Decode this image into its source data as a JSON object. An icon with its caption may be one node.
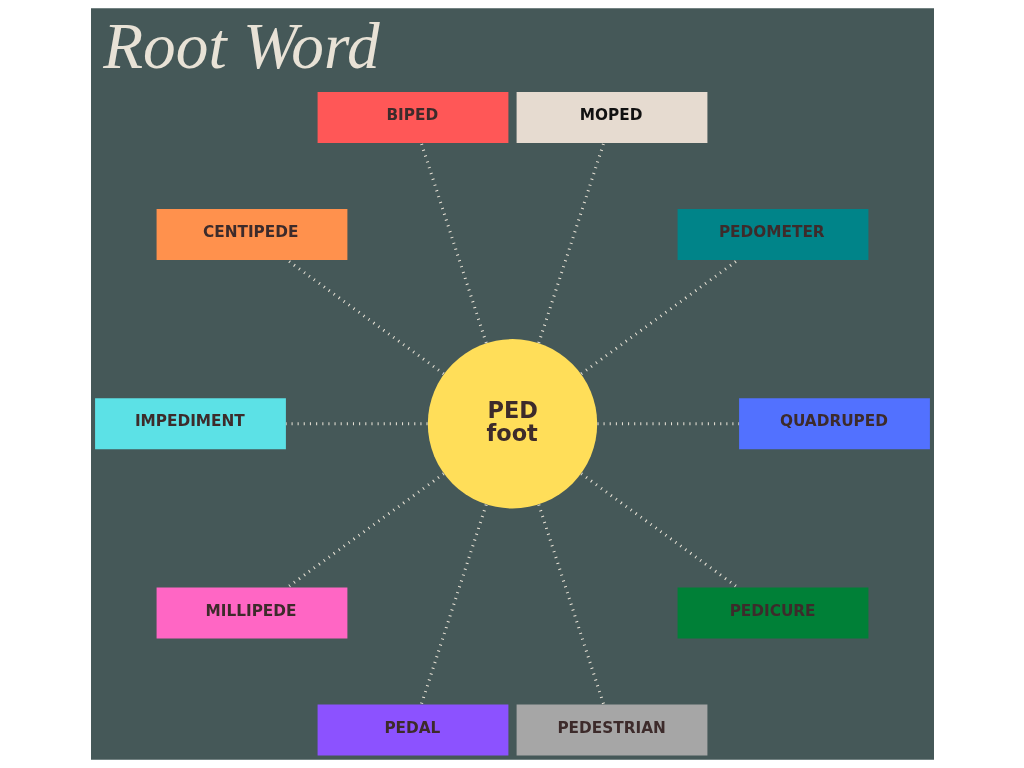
{
  "diagram": {
    "title": "Root Word",
    "nodes": [
      {
        "text": [
          "BIPED"
        ]
      },
      {
        "text": [
          "MOPED"
        ]
      },
      {
        "text": [
          "CENTIPEDE"
        ]
      },
      {
        "text": [
          "PEDOMETER"
        ]
      },
      {
        "text": [
          "IMPEDIMENT"
        ]
      },
      {
        "text": [
          "PED",
          "foot"
        ]
      },
      {
        "text": [
          "QUADRUPED"
        ]
      },
      {
        "text": [
          "MILLIPEDE"
        ]
      },
      {
        "text": [
          "PEDICURE"
        ]
      },
      {
        "text": [
          "PEDAL"
        ]
      },
      {
        "text": [
          "PEDESTRIAN"
        ]
      }
    ],
    "edges": [
      {
        "from": 5,
        "to": 6,
        "arrow": "none"
      },
      {
        "from": 5,
        "to": 3,
        "arrow": "none"
      },
      {
        "from": 5,
        "to": 1,
        "arrow": "none"
      },
      {
        "from": 5,
        "to": 0,
        "arrow": "none"
      },
      {
        "from": 5,
        "to": 2,
        "arrow": "none"
      },
      {
        "from": 5,
        "to": 4,
        "arrow": "none"
      },
      {
        "from": 5,
        "to": 7,
        "arrow": "none"
      },
      {
        "from": 5,
        "to": 9,
        "arrow": "none"
      },
      {
        "from": 5,
        "to": 10,
        "arrow": "none"
      },
      {
        "from": 5,
        "to": 8,
        "arrow": "none"
      }
    ]
  }
}
